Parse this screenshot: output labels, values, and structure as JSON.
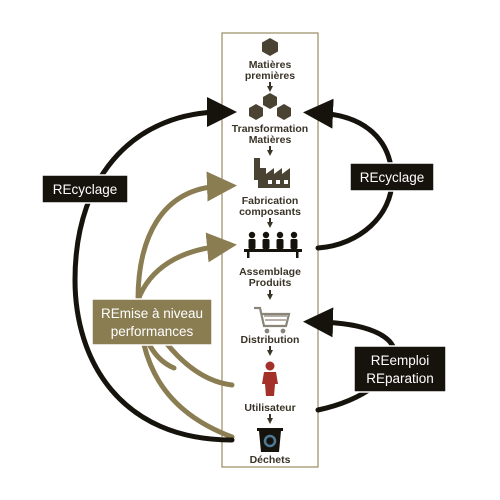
{
  "stages": [
    {
      "id": "matieres",
      "lines": [
        "Matières",
        "premières"
      ],
      "icon": "hexagon-icon"
    },
    {
      "id": "transformation",
      "lines": [
        "Transformation",
        "Matières"
      ],
      "icon": "hexagons-cluster-icon"
    },
    {
      "id": "fabrication",
      "lines": [
        "Fabrication",
        "composants"
      ],
      "icon": "factory-icon"
    },
    {
      "id": "assemblage",
      "lines": [
        "Assemblage",
        "Produits"
      ],
      "icon": "assembly-workers-icon"
    },
    {
      "id": "distribution",
      "lines": [
        "Distribution"
      ],
      "icon": "shopping-cart-icon"
    },
    {
      "id": "utilisateur",
      "lines": [
        "Utilisateur"
      ],
      "icon": "person-icon"
    },
    {
      "id": "dechets",
      "lines": [
        "Déchets"
      ],
      "icon": "waste-bin-icon"
    }
  ],
  "loops": {
    "recyclage_left": "REcyclage",
    "recyclage_right": "REcyclage",
    "remise_line1": "REmise à niveau",
    "remise_line2": "performances",
    "reemploi_line1": "REemploi",
    "reemploi_line2": "REparation"
  },
  "colors": {
    "dark": "#16130d",
    "olive": "#8a7d52",
    "column_border": "#9a8c62",
    "label": "#3a3428",
    "user_red": "#a3312a",
    "bin_blue": "#4d7a96"
  }
}
